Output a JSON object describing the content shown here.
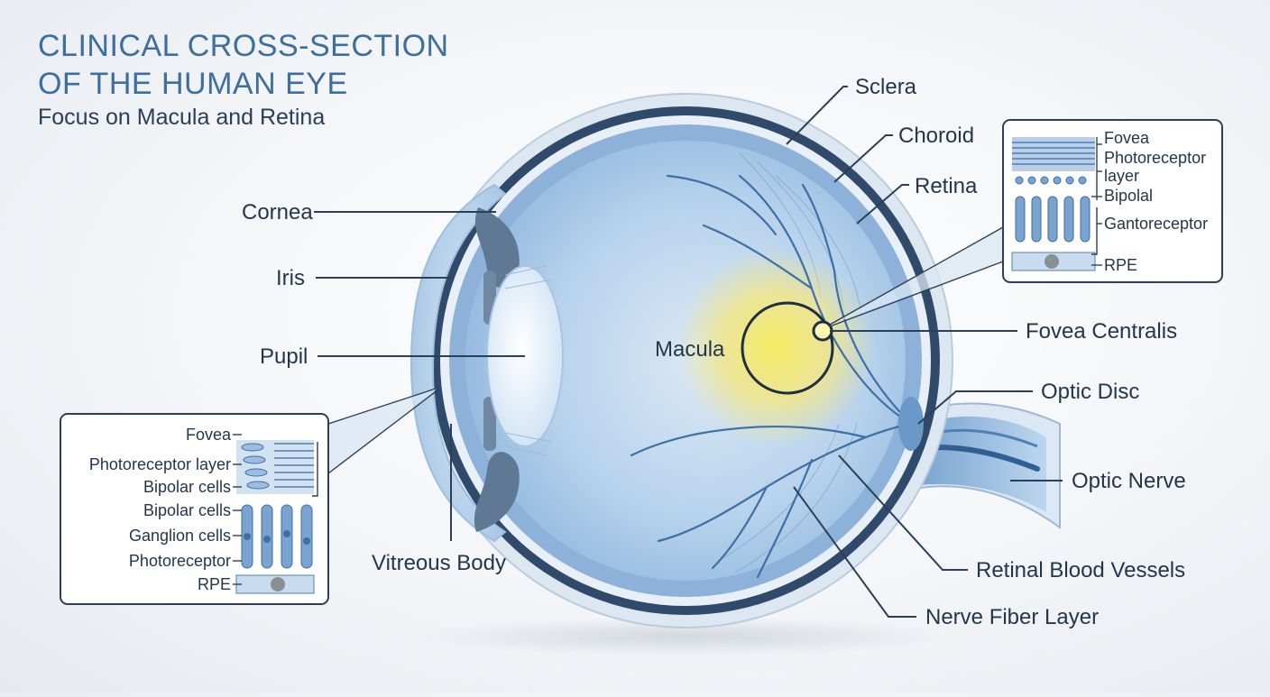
{
  "title_line1": "CLINICAL CROSS-SECTION",
  "title_line2": "OF THE HUMAN EYE",
  "subtitle": "Focus on Macula and Retina",
  "colors": {
    "title": "#3d6e9e",
    "eye_blue": "#9cc0e2",
    "sclera_dark": "#2f4a6a",
    "macula_yellow": "#f2e35a",
    "leader": "#2c3f56"
  },
  "labels": {
    "sclera": "Sclera",
    "choroid": "Choroid",
    "retina": "Retina",
    "cornea": "Cornea",
    "iris": "Iris",
    "pupil": "Pupil",
    "macula": "Macula",
    "fovea_centralis": "Fovea Centralis",
    "optic_disc": "Optic Disc",
    "optic_nerve": "Optic Nerve",
    "retinal_blood_vessels": "Retinal Blood Vessels",
    "nerve_fiber_layer": "Nerve Fiber Layer",
    "vitreous_body": "Vitreous Body"
  },
  "inset_right": {
    "labels": [
      "Fovea",
      "Photoreceptor",
      "layer",
      "Bipolal",
      "Gantoreceptor",
      "RPE"
    ]
  },
  "inset_left": {
    "labels": [
      "Fovea",
      "Photoreceptor layer",
      "Bipolar cells",
      "Bipolar cells",
      "Ganglion cells",
      "Photoreceptor",
      "RPE"
    ]
  }
}
